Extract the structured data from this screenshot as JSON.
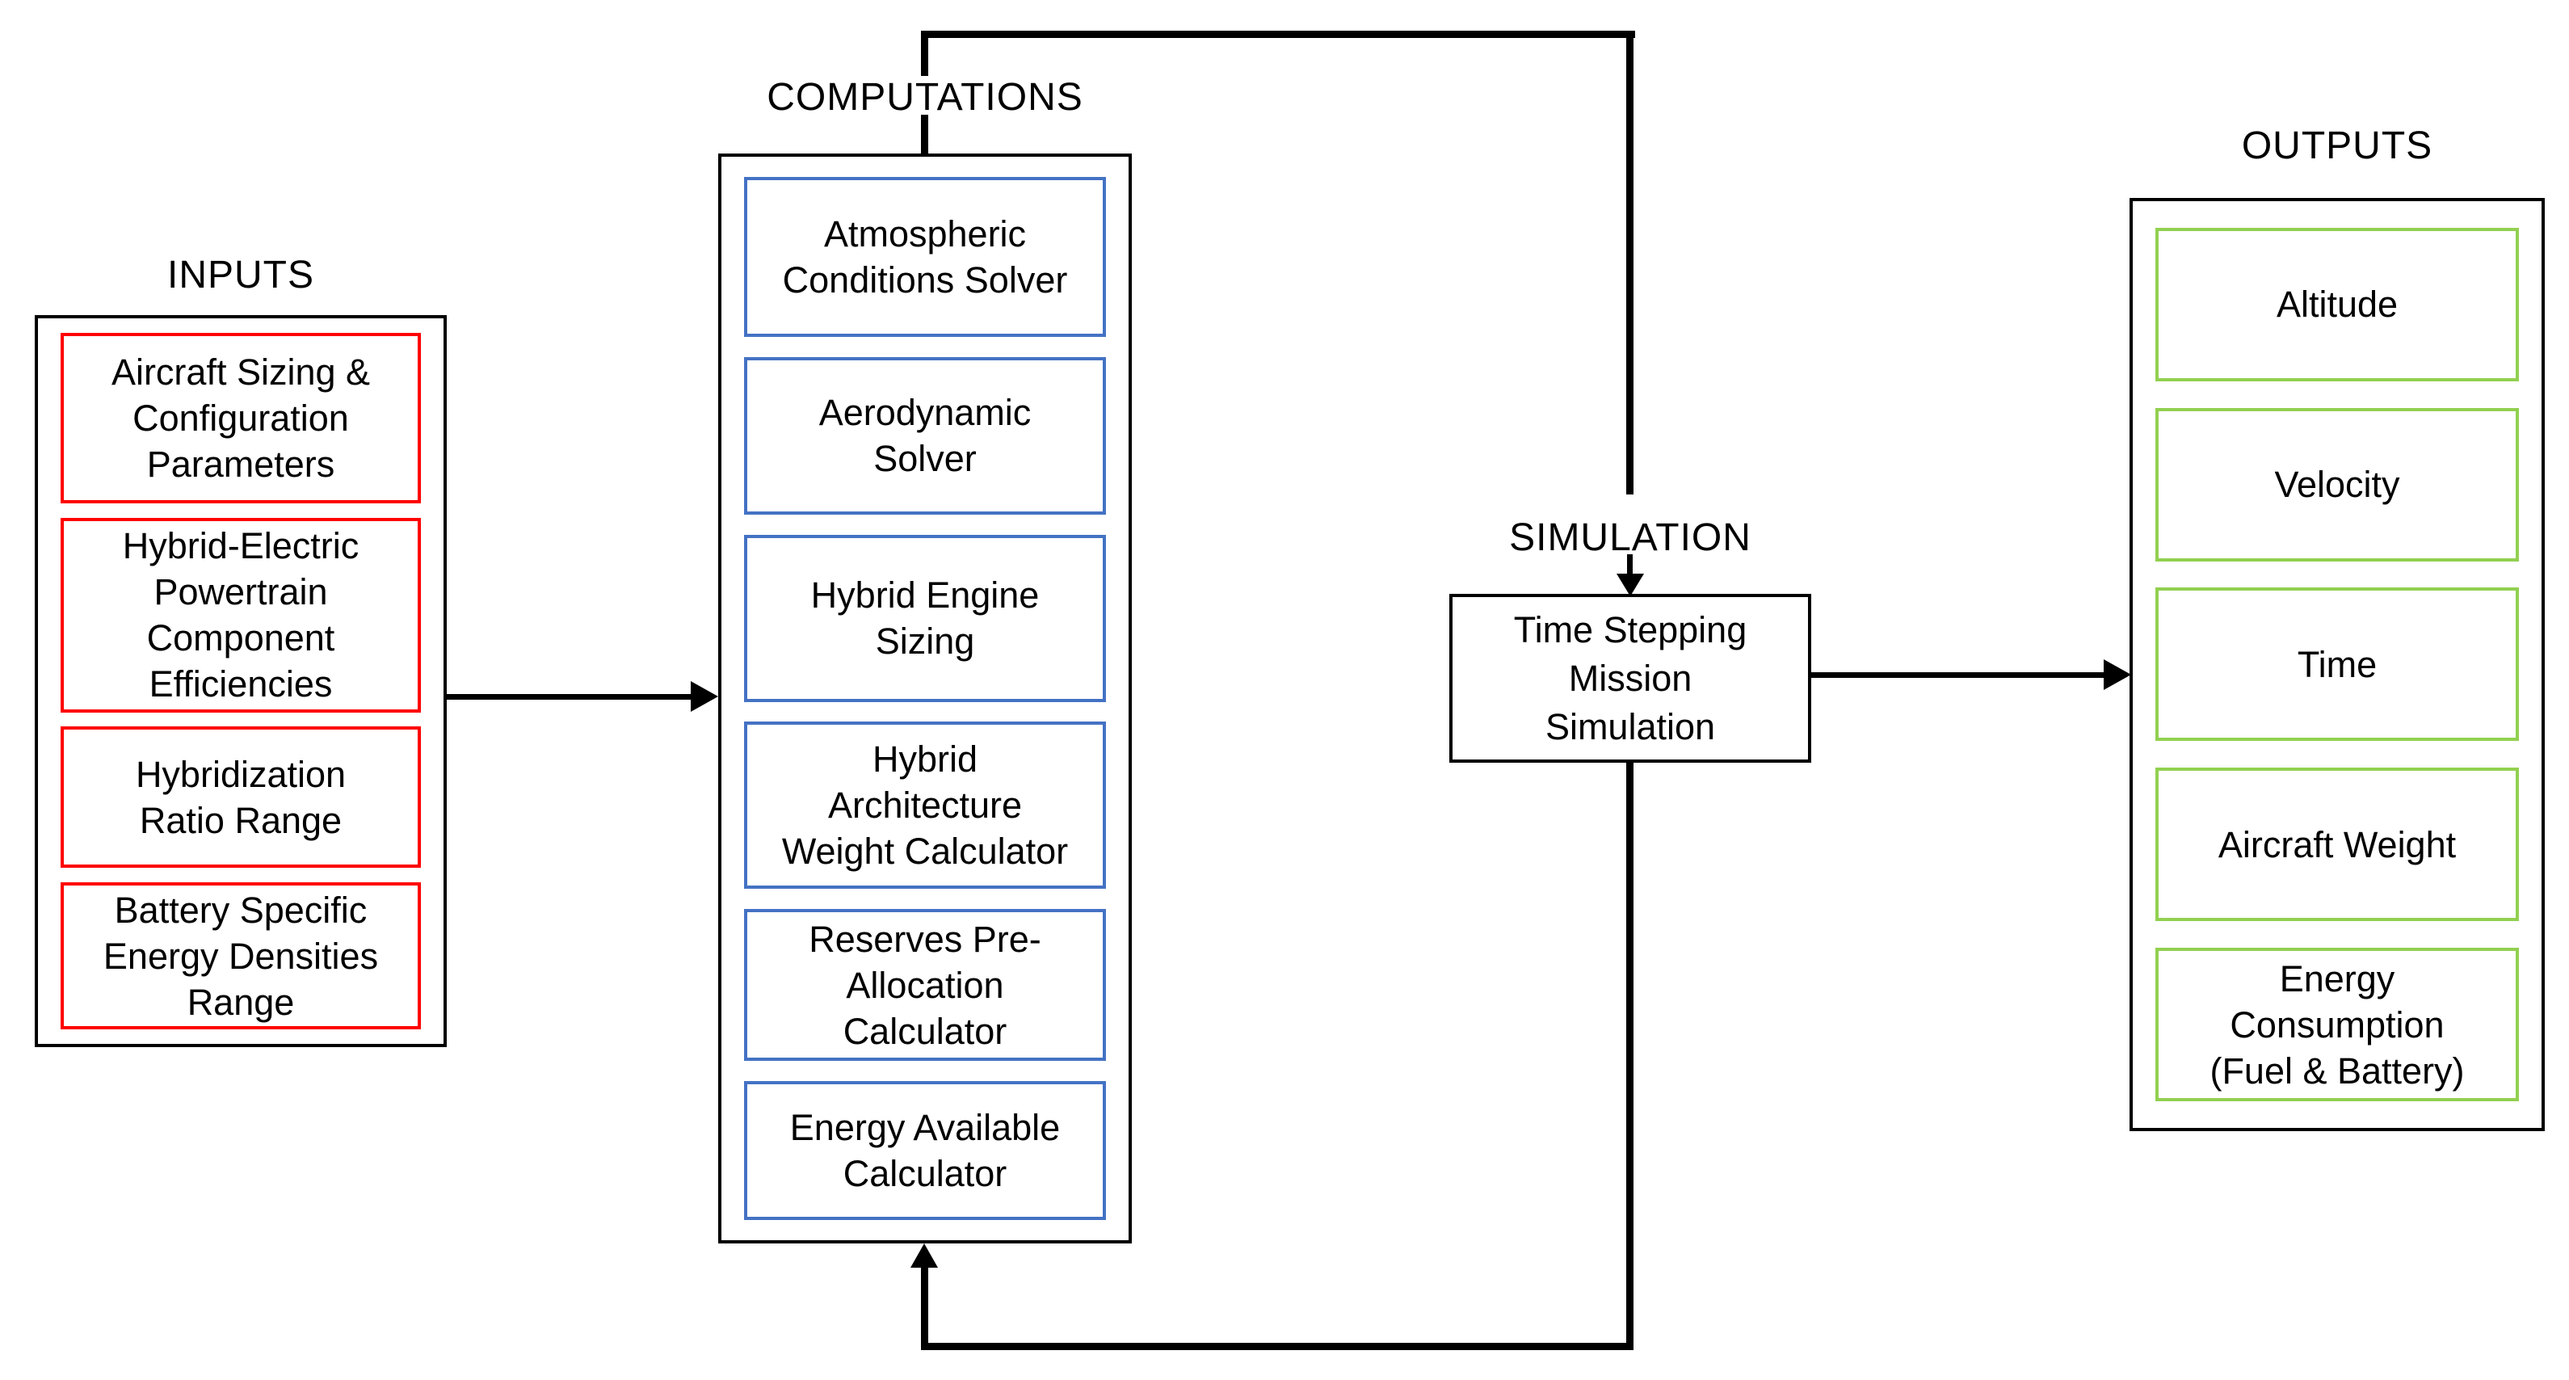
{
  "colors": {
    "input_border": "#ff0000",
    "computation_border": "#4472c4",
    "output_border": "#92d050",
    "container_border": "#000000",
    "connector": "#000000",
    "text": "#000000",
    "background": "#ffffff"
  },
  "diagram": {
    "inputs": {
      "title": "INPUTS",
      "items": [
        {
          "label": "Aircraft Sizing &\nConfiguration\nParameters"
        },
        {
          "label": "Hybrid-Electric\nPowertrain\nComponent\nEfficiencies"
        },
        {
          "label": "Hybridization\nRatio Range"
        },
        {
          "label": "Battery Specific\nEnergy Densities\nRange"
        }
      ]
    },
    "computations": {
      "title": "COMPUTATIONS",
      "items": [
        {
          "label": "Atmospheric\nConditions Solver"
        },
        {
          "label": "Aerodynamic\nSolver"
        },
        {
          "label": "Hybrid Engine\nSizing"
        },
        {
          "label": "Hybrid\nArchitecture\nWeight Calculator"
        },
        {
          "label": "Reserves Pre-\nAllocation\nCalculator"
        },
        {
          "label": "Energy Available\nCalculator"
        }
      ]
    },
    "simulation": {
      "title": "SIMULATION",
      "box_label": "Time Stepping\nMission\nSimulation"
    },
    "outputs": {
      "title": "OUTPUTS",
      "items": [
        {
          "label": "Altitude"
        },
        {
          "label": "Velocity"
        },
        {
          "label": "Time"
        },
        {
          "label": "Aircraft Weight"
        },
        {
          "label": "Energy\nConsumption\n(Fuel & Battery)"
        }
      ]
    }
  }
}
